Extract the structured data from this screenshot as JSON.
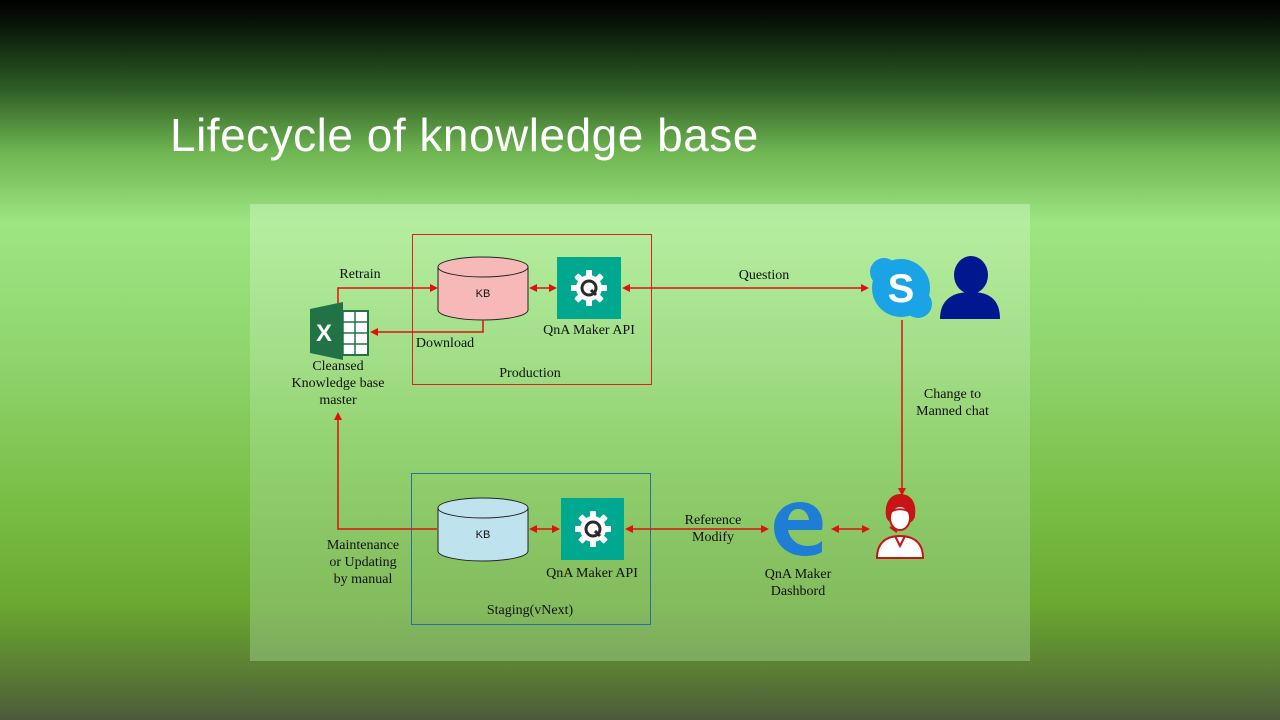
{
  "slide": {
    "title": "Lifecycle of knowledge base"
  },
  "production": {
    "label": "Production",
    "kb_label": "KB",
    "api_label": "QnA Maker API"
  },
  "staging": {
    "label": "Staging(vNext)",
    "kb_label": "KB",
    "api_label": "QnA Maker API"
  },
  "excel": {
    "label_line1": "Cleansed",
    "label_line2": "Knowledge base",
    "label_line3": "master"
  },
  "arrows": {
    "retrain": "Retrain",
    "download": "Download",
    "question": "Question",
    "change_line1": "Change to",
    "change_line2": "Manned chat",
    "reference_line1": "Reference",
    "reference_line2": "Modify",
    "maintenance_line1": "Maintenance",
    "maintenance_line2": "or Updating",
    "maintenance_line3": "by manual"
  },
  "dashboard": {
    "label_line1": "QnA Maker",
    "label_line2": "Dashbord"
  },
  "colors": {
    "arrow": "#e01010",
    "kb_production": "#f7b8b8",
    "kb_staging": "#bfe3ee",
    "qna_icon": "#00a890",
    "skype": "#1aa4e6",
    "user": "#00188f",
    "operator": "#c81414",
    "edge": "#1e7ed6"
  },
  "icons": {
    "excel": "excel-icon",
    "qna": "gear-icon",
    "skype": "skype-icon",
    "user": "user-icon",
    "operator": "operator-icon",
    "edge": "edge-icon"
  }
}
